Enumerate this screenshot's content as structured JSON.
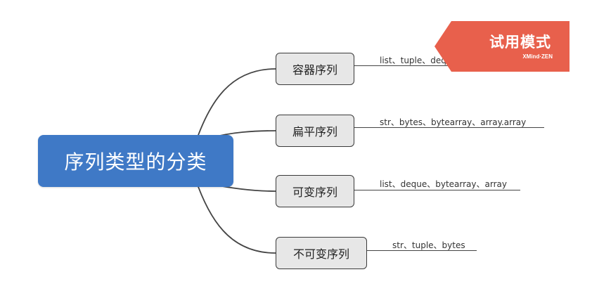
{
  "root": {
    "label": "序列类型的分类"
  },
  "branches": [
    {
      "label": "容器序列",
      "leaf": "list、tuple、deque"
    },
    {
      "label": "扁平序列",
      "leaf": "str、bytes、bytearray、array.array"
    },
    {
      "label": "可变序列",
      "leaf": "list、deque、bytearray、array"
    },
    {
      "label": "不可变序列",
      "leaf": "str、tuple、bytes"
    }
  ],
  "watermark": {
    "title": "试用模式",
    "brand": "XMind·ZEN"
  },
  "colors": {
    "root_fill": "#3f79c6",
    "topic_fill": "#e7e7e7",
    "line": "#444444",
    "watermark": "#e8604c"
  }
}
